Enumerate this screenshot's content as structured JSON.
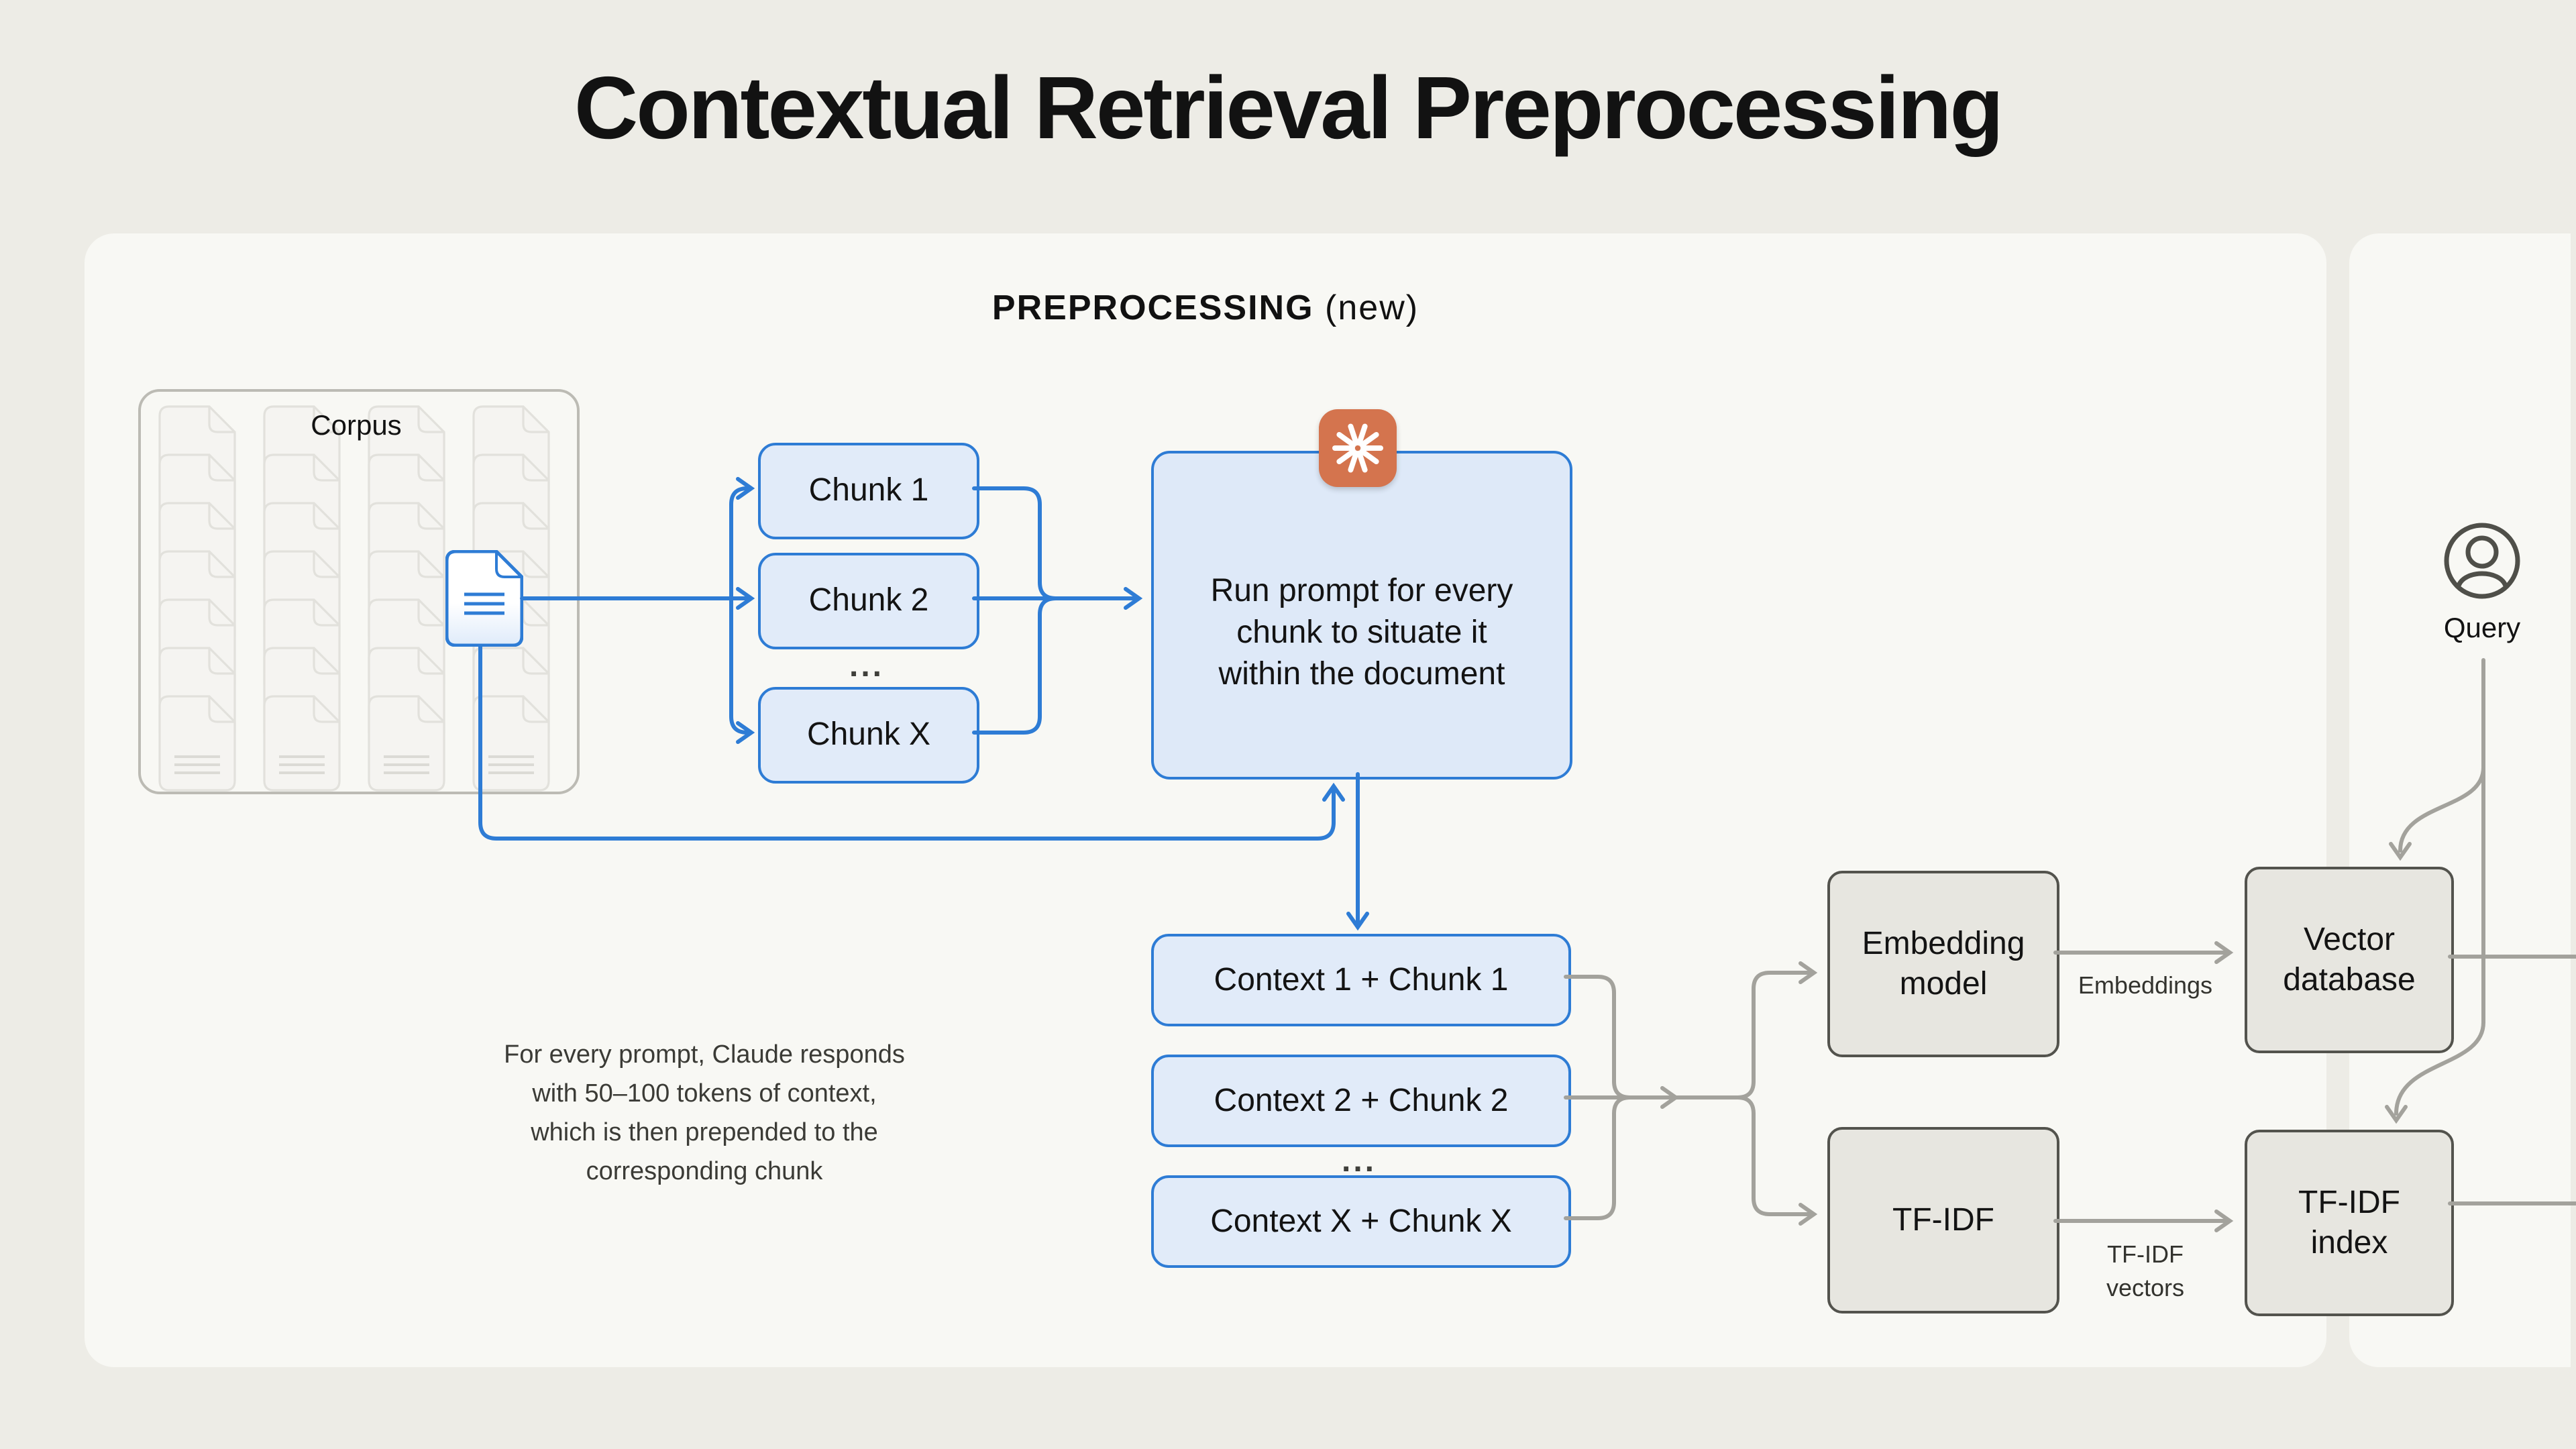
{
  "title": "Contextual Retrieval Preprocessing",
  "panel": {
    "label_bold": "PREPROCESSING",
    "label_normal": "(new)"
  },
  "corpus": {
    "label": "Corpus",
    "cols": 4,
    "rows": 7
  },
  "chunks": [
    {
      "label": "Chunk 1"
    },
    {
      "label": "Chunk 2"
    },
    {
      "label": "Chunk X"
    }
  ],
  "chunks_ellipsis": "...",
  "run_prompt": {
    "text": "Run prompt for every chunk to situate it within the document"
  },
  "contexts": [
    {
      "label": "Context 1 + Chunk 1"
    },
    {
      "label": "Context 2 + Chunk 2"
    },
    {
      "label": "Context X + Chunk X"
    }
  ],
  "contexts_ellipsis": "...",
  "note": "For every prompt, Claude responds with 50–100 tokens of context, which is then prepended to the corresponding chunk",
  "boxes": {
    "embedding_model": "Embedding model",
    "vector_database": "Vector database",
    "tfidf": "TF-IDF",
    "tfidf_index": "TF-IDF index"
  },
  "edge_labels": {
    "embeddings": "Embeddings",
    "tfidf_vectors": "TF-IDF vectors"
  },
  "query": {
    "label": "Query"
  },
  "icons": [
    "claude-starburst-icon",
    "document-icon",
    "person-query-icon"
  ],
  "colors": {
    "background": "#EDECE6",
    "panel": "#F8F8F4",
    "accent_blue": "#2E7CD5",
    "blue_fill": "#E1EBF9",
    "claude_orange": "#D4744E",
    "gray_line": "#A3A29C",
    "gray_box_fill": "#E7E6E0",
    "gray_box_border": "#53534D"
  }
}
